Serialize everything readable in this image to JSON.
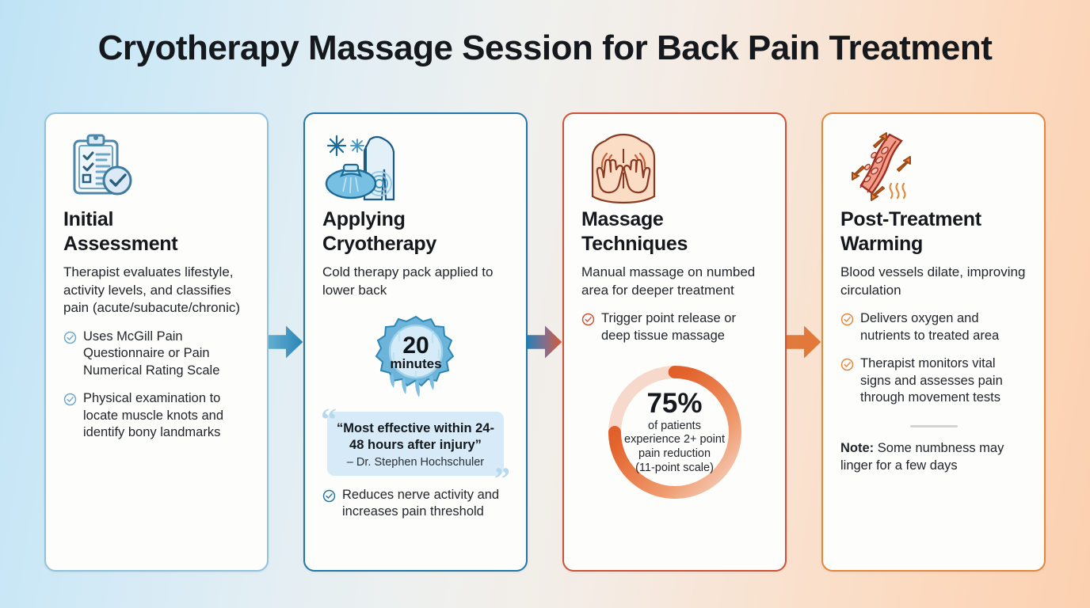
{
  "header": {
    "title": "Cryotherapy Massage Session for Back Pain Treatment"
  },
  "colors": {
    "blue_soft": "#8fc3dc",
    "blue_strong": "#2176a8",
    "red": "#cf5138",
    "orange": "#e3873f",
    "quote_bg": "#d6eaf7",
    "donut_track": "#f6cfc0",
    "donut_fill": "#de5a2a"
  },
  "cards": [
    {
      "icon": "clipboard-checklist-icon",
      "title": "Initial\nAssessment",
      "title_lines": [
        "Initial",
        "Assessment"
      ],
      "description": "Therapist evaluates lifestyle, activity levels, and classifies pain (acute/subacute/chronic)",
      "bullets": [
        "Uses McGill Pain Questionnaire or Pain Numerical Rating Scale",
        "Physical examination to locate muscle knots and identify bony landmarks"
      ]
    },
    {
      "icon": "ice-pack-back-icon",
      "title": "Applying\nCryotherapy",
      "title_lines": [
        "Applying",
        "Cryotherapy"
      ],
      "description": "Cold therapy pack applied to lower back",
      "badge": {
        "value": "20",
        "unit": "minutes"
      },
      "quote": {
        "text": "“Most effective within 24-48 hours after injury”",
        "attribution": "– Dr. Stephen Hochschuler"
      },
      "bullets": [
        "Reduces nerve activity and increases pain threshold"
      ]
    },
    {
      "icon": "massage-hands-back-icon",
      "title": "Massage\nTechniques",
      "title_lines": [
        "Massage",
        "Techniques"
      ],
      "description": "Manual massage on numbed area for deeper treatment",
      "bullets": [
        "Trigger point release or deep tissue massage"
      ],
      "donut": {
        "percent_label": "75%",
        "percent_value": 75,
        "caption_lines": [
          "of patients",
          "experience 2+ point",
          "pain reduction",
          "(11-point scale)"
        ]
      }
    },
    {
      "icon": "blood-vessel-warming-icon",
      "title": "Post-Treatment\nWarming",
      "title_lines": [
        "Post-Treatment",
        "Warming"
      ],
      "description": "Blood vessels dilate, improving circulation",
      "bullets": [
        "Delivers oxygen and nutrients to treated area",
        "Therapist monitors vital signs and assesses pain through movement tests"
      ],
      "note": {
        "label": "Note:",
        "text": " Some numbness may linger for a few days"
      }
    }
  ],
  "arrows": [
    {
      "name": "arrow-step1-to-step2",
      "from": "#5aa6cd",
      "to": "#2a85b5"
    },
    {
      "name": "arrow-step2-to-step3",
      "from": "#2a80b6",
      "to": "#d85a33"
    },
    {
      "name": "arrow-step3-to-step4",
      "from": "#e07a3c",
      "to": "#e2783a"
    }
  ],
  "chart_data": {
    "type": "pie",
    "title": "of patients experience 2+ point pain reduction (11-point scale)",
    "categories": [
      "Experienced 2+ point pain reduction",
      "Did not"
    ],
    "values": [
      75,
      25
    ],
    "legend": "none"
  }
}
